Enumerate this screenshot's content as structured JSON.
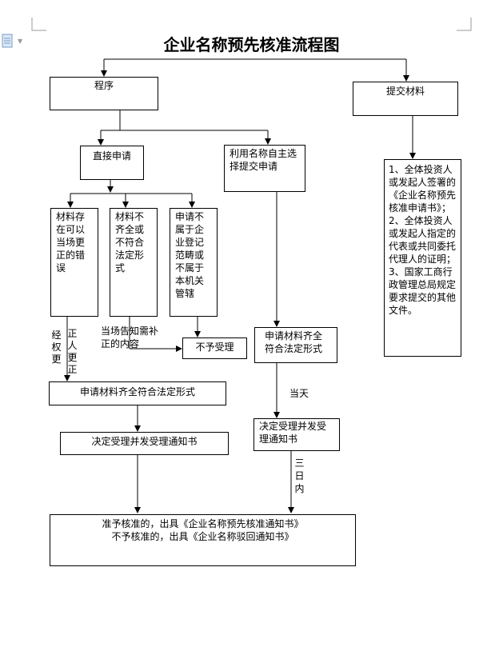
{
  "title": "企业名称预先核准流程图",
  "nodes": {
    "program": "程序",
    "submit": "提交材料",
    "direct": "直接申请",
    "self_select": "利用名称自主选择提交申请",
    "correctable": "材料存在可以当场更正的错误",
    "incomplete": "材料不齐全或不符合法定形式",
    "not_scope": "申请不属于企业登记范畴或不属于本机关管辖",
    "reject": "不予受理",
    "complete_left": "申请材料齐全符合法定形式",
    "complete_right": "申请材料齐全符合法定形式",
    "accept_left": "决定受理并发受理通知书",
    "accept_right": "决定受理并发受理通知书",
    "final_line1": "准予核准的，出具《企业名称预先核准通知书》",
    "final_line2": "不予核准的，出具《企业名称驳回通知书》"
  },
  "materials": [
    "1、全体投资人或发起人签署的《企业名称预先核准申请书》；",
    "2、全体投资人或发起人指定的代表或共同委托代理人的证明；",
    "3、国家工商行政管理总局规定要求提交的其他文件。"
  ],
  "edge_labels": {
    "corrected_a": "经权更",
    "corrected_b": "正人更正",
    "notify": "当场告知需补正的内容",
    "same_day": "当天",
    "three_days": "三日内"
  },
  "icons": {
    "doc": "document-icon",
    "dropdown": "dropdown-arrow-icon"
  }
}
